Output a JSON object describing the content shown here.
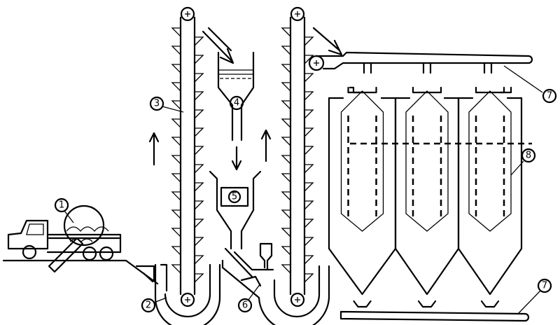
{
  "diagram": {
    "labels": {
      "truck": "1",
      "receiving_pit": "2",
      "elevator_1": "3",
      "hopper": "4",
      "scale": "5",
      "feeder": "6",
      "top_conveyor": "7",
      "silos": "8",
      "bottom_conveyor": "7"
    },
    "colors": {
      "ink": "#000000",
      "background": "#ffffff"
    }
  }
}
